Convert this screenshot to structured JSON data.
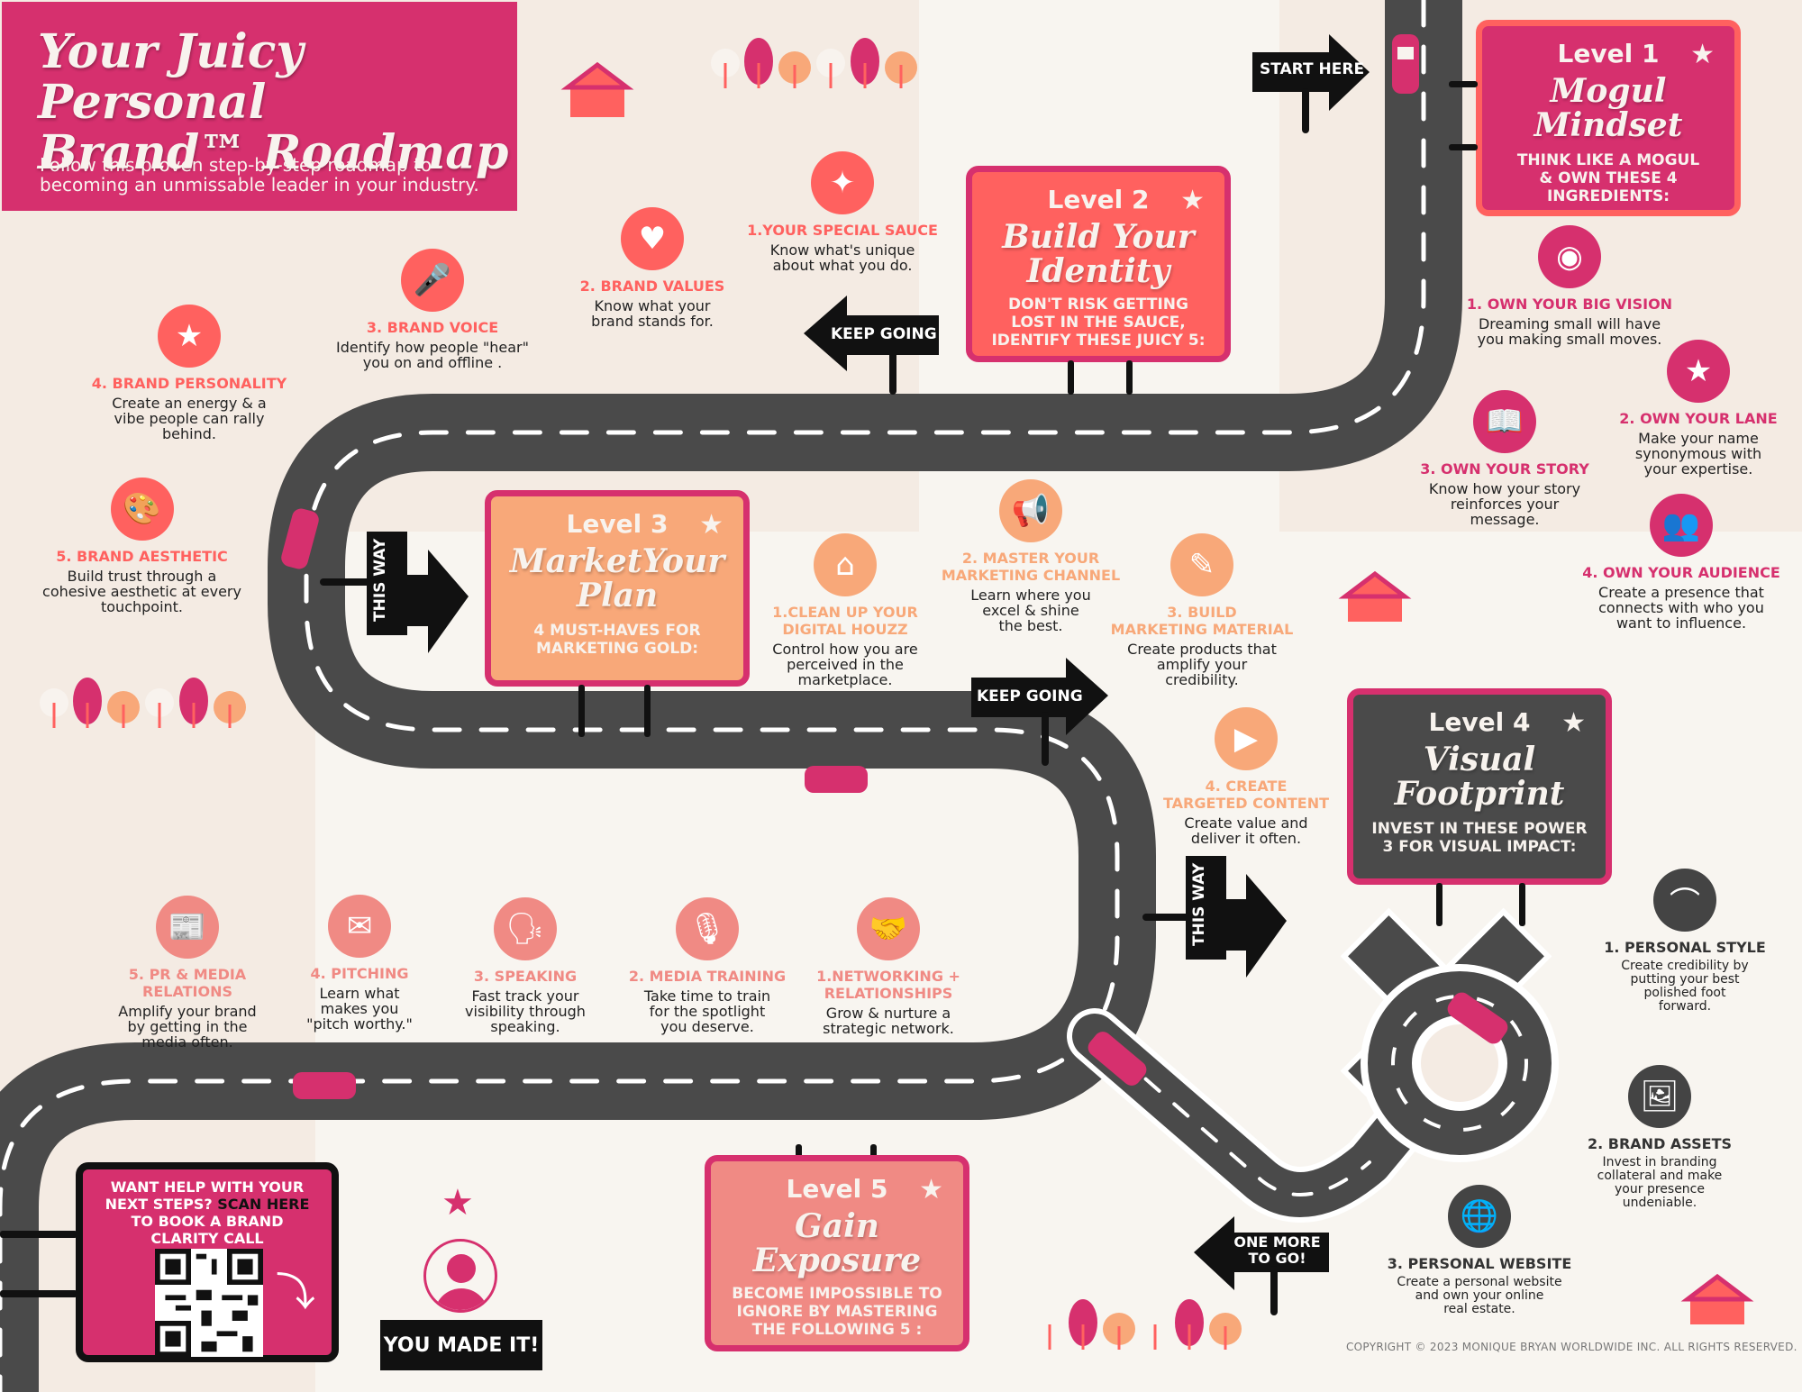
{
  "header": {
    "title": "Your Juicy Personal\nBrand™ Roadmap",
    "subtitle": "Follow this proven step-by-step roadmap to becoming an unmissable leader in your industry."
  },
  "colors": {
    "magenta": "#d6306e",
    "coral": "#ff615f",
    "peach": "#f8a879",
    "salmon": "#f08a84",
    "road": "#4a4a4a",
    "background": "#f4ebe3"
  },
  "directions": {
    "start": "START HERE",
    "keep_going_1": "KEEP GOING",
    "this_way_1": "THIS WAY",
    "keep_going_2": "KEEP GOING",
    "this_way_2": "THIS WAY",
    "one_more": "ONE MORE\nTO GO!"
  },
  "levels": [
    {
      "level": "Level 1",
      "name": "Mogul Mindset",
      "subtitle": "THINK LIKE A MOGUL\n& OWN THESE 4\nINGREDIENTS:",
      "items": [
        {
          "icon": "eye-icon",
          "title": "1.  OWN YOUR BIG VISION",
          "desc": "Dreaming small will have\nyou making small moves."
        },
        {
          "icon": "star-icon",
          "title": "2. OWN YOUR LANE",
          "desc": "Make your name\nsynonymous with\nyour expertise."
        },
        {
          "icon": "book-icon",
          "title": "3. OWN YOUR STORY",
          "desc": "Know how your story\nreinforces your\nmessage."
        },
        {
          "icon": "people-icon",
          "title": "4. OWN YOUR AUDIENCE",
          "desc": "Create a presence that\nconnects with who you\nwant to influence."
        }
      ]
    },
    {
      "level": "Level 2",
      "name": "Build Your\nIdentity",
      "subtitle": "DON'T RISK GETTING\nLOST IN THE SAUCE,\nIDENTIFY THESE JUICY 5:",
      "items": [
        {
          "icon": "magic-wand-icon",
          "title": "1.YOUR SPECIAL SAUCE",
          "desc": "Know what's unique\nabout what you do."
        },
        {
          "icon": "heart-icon",
          "title": "2. BRAND VALUES",
          "desc": "Know what your\nbrand stands for."
        },
        {
          "icon": "microphone-icon",
          "title": "3.  BRAND VOICE",
          "desc": "Identify how people \"hear\"\nyou on and offline ."
        },
        {
          "icon": "star-icon",
          "title": "4. BRAND PERSONALITY",
          "desc": "Create an energy & a\nvibe people can rally\nbehind."
        },
        {
          "icon": "palette-icon",
          "title": "5. BRAND AESTHETIC",
          "desc": "Build trust through a\ncohesive aesthetic at every\ntouchpoint."
        }
      ]
    },
    {
      "level": "Level 3",
      "name": "MarketYour\nPlan",
      "subtitle": "4 MUST-HAVES FOR\nMARKETING GOLD:",
      "items": [
        {
          "icon": "house-icon",
          "title": "1.CLEAN UP YOUR\nDIGITAL HOUZZ",
          "desc": "Control how you are\nperceived in the\nmarketplace."
        },
        {
          "icon": "megaphone-icon",
          "title": "2. MASTER YOUR\nMARKETING CHANNEL",
          "desc": "Learn where you\nexcel & shine\nthe best."
        },
        {
          "icon": "pen-icon",
          "title": "3. BUILD\nMARKETING MATERIAL",
          "desc": "Create products that\namplify your\ncredibility."
        },
        {
          "icon": "video-play-icon",
          "title": "4.  CREATE\nTARGETED CONTENT",
          "desc": "Create value and\ndeliver it often."
        }
      ]
    },
    {
      "level": "Level 4",
      "name": "Visual\nFootprint",
      "subtitle": "INVEST IN THESE POWER\n3 FOR VISUAL IMPACT:",
      "items": [
        {
          "icon": "hanger-icon",
          "title": "1. PERSONAL STYLE",
          "desc": "Create credibility by\nputting your best\npolished foot\nforward."
        },
        {
          "icon": "image-gallery-icon",
          "title": "2. BRAND ASSETS",
          "desc": "Invest in branding\ncollateral and make\nyour presence\nundeniable."
        },
        {
          "icon": "globe-icon",
          "title": "3. PERSONAL WEBSITE",
          "desc": "Create a personal website\nand own your online\nreal estate."
        }
      ]
    },
    {
      "level": "Level 5",
      "name": "Gain\nExposure",
      "subtitle": "BECOME IMPOSSIBLE TO\nIGNORE BY MASTERING\nTHE FOLLOWING 5  :",
      "items": [
        {
          "icon": "handshake-icon",
          "title": "1.NETWORKING +\nRELATIONSHIPS",
          "desc": "Grow & nurture a\nstrategic network."
        },
        {
          "icon": "studio-mic-icon",
          "title": "2. MEDIA TRAINING",
          "desc": "Take time to train\nfor the spotlight\nyou deserve."
        },
        {
          "icon": "speaking-head-icon",
          "title": "3. SPEAKING",
          "desc": "Fast track your\nvisibility through\nspeaking."
        },
        {
          "icon": "envelope-icon",
          "title": "4. PITCHING",
          "desc": "Learn what\nmakes you\n\"pitch worthy.\""
        },
        {
          "icon": "newspaper-icon",
          "title": "5.  PR & MEDIA\nRELATIONS",
          "desc": "Amplify your brand\nby getting in the\nmedia often."
        }
      ]
    }
  ],
  "cta": {
    "before": "WANT HELP WITH YOUR NEXT STEPS? ",
    "highlight": "SCAN HERE",
    "after": " TO BOOK A BRAND CLARITY CALL"
  },
  "finish": {
    "label": "YOU MADE IT!"
  },
  "footer": {
    "copyright": "COPYRIGHT © 2023 MONIQUE BRYAN WORLDWIDE INC. ALL RIGHTS RESERVED."
  }
}
